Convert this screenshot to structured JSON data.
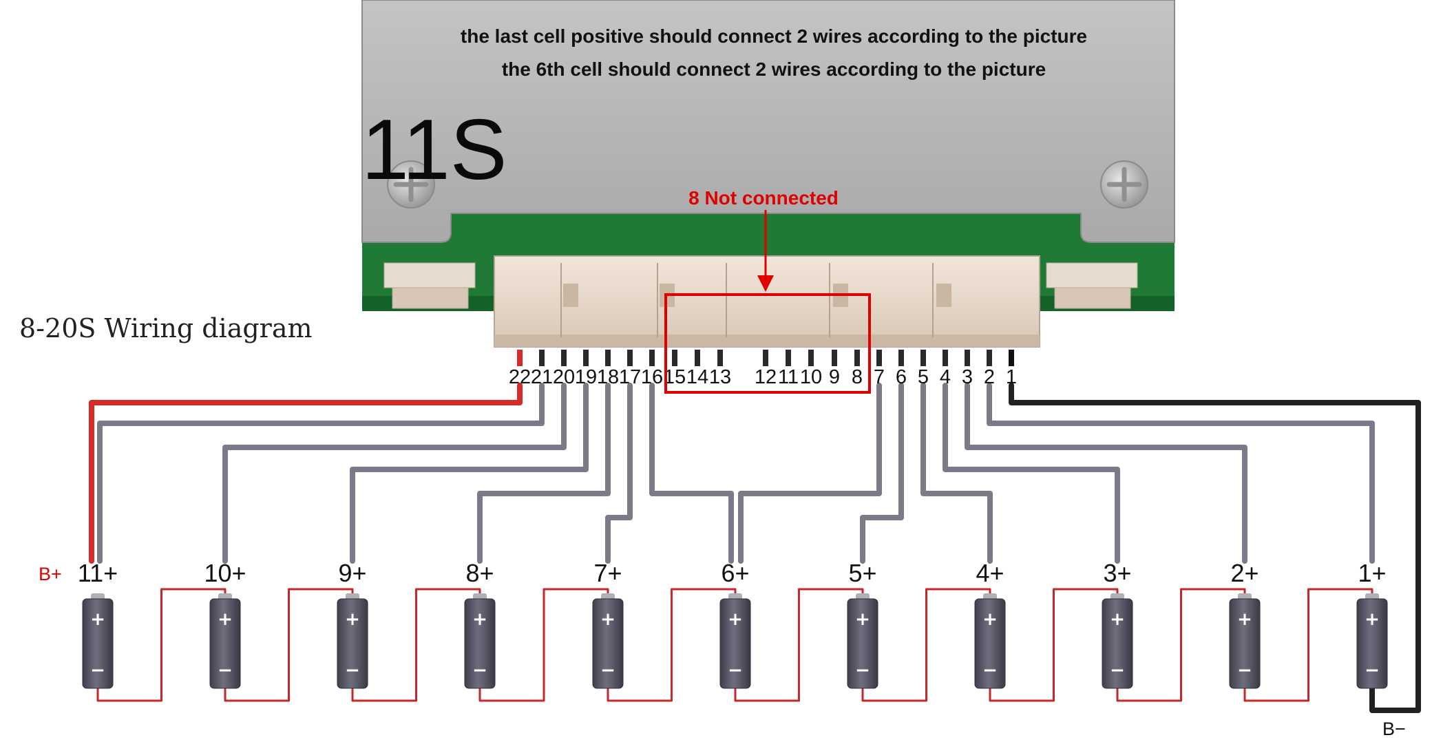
{
  "board": {
    "note_line_1": "the last cell positive should connect 2 wires according to the picture",
    "note_line_2": "the 6th cell should connect 2 wires according to the picture",
    "series_label": "11S"
  },
  "callout": {
    "not_connected_label": "8 Not connected"
  },
  "diagram_title": "8-20S Wiring diagram",
  "pins": [
    "22",
    "21",
    "20",
    "19",
    "18",
    "17",
    "16",
    "15",
    "14",
    "13",
    "12",
    "11",
    "10",
    "9",
    "8",
    "7",
    "6",
    "5",
    "4",
    "3",
    "2",
    "1"
  ],
  "cells": [
    {
      "label": "11+",
      "plus": "+",
      "minus": "−"
    },
    {
      "label": "10+",
      "plus": "+",
      "minus": "−"
    },
    {
      "label": "9+",
      "plus": "+",
      "minus": "−"
    },
    {
      "label": "8+",
      "plus": "+",
      "minus": "−"
    },
    {
      "label": "7+",
      "plus": "+",
      "minus": "−"
    },
    {
      "label": "6+",
      "plus": "+",
      "minus": "−"
    },
    {
      "label": "5+",
      "plus": "+",
      "minus": "−"
    },
    {
      "label": "4+",
      "plus": "+",
      "minus": "−"
    },
    {
      "label": "3+",
      "plus": "+",
      "minus": "−"
    },
    {
      "label": "2+",
      "plus": "+",
      "minus": "−"
    },
    {
      "label": "1+",
      "plus": "+",
      "minus": "−"
    }
  ],
  "pack_terminals": {
    "positive": "B+",
    "negative": "B−"
  },
  "colors": {
    "balance_wire": "#7a7a88",
    "positive_wire": "#d92a2a",
    "negative_wire": "#222222",
    "series_link": "#c62828",
    "cell_body": "#5a5a68",
    "highlight": "#e00000",
    "pcb": "#1e7a35",
    "board_cover": "#bcbcbc"
  }
}
